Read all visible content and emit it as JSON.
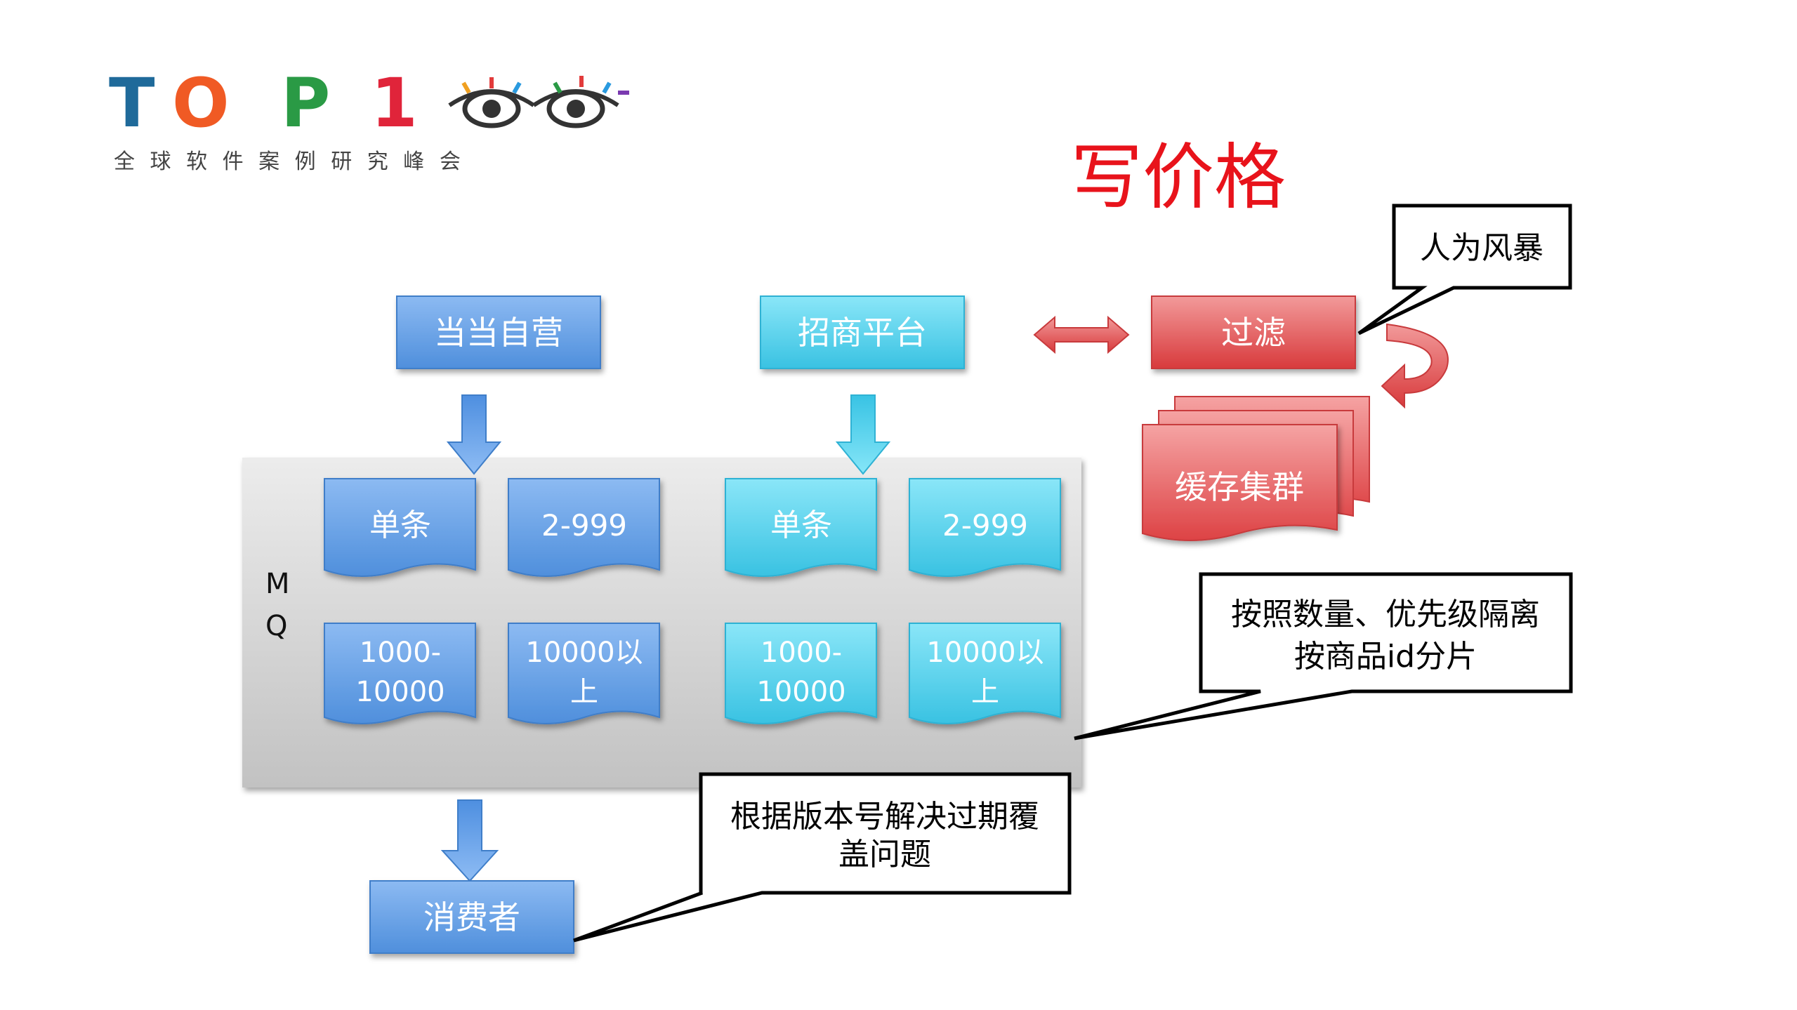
{
  "logo": {
    "letters": [
      "T",
      "O",
      "P",
      "1"
    ],
    "subtitle": "全 球 软 件 案 例 研 究 峰 会"
  },
  "title": "写价格",
  "colors": {
    "blue": "#5b9be8",
    "cyan": "#4dd1ec",
    "red": "#e8585a",
    "title": "#e8131b"
  },
  "sources": {
    "self": "当当自营",
    "platform": "招商平台"
  },
  "filter": "过滤",
  "cache": "缓存集群",
  "mq": {
    "label_line1": "M",
    "label_line2": "Q",
    "blue_queues": [
      {
        "line1": "单条",
        "line2": ""
      },
      {
        "line1": "2-999",
        "line2": ""
      },
      {
        "line1": "1000-",
        "line2": "10000"
      },
      {
        "line1": "10000以",
        "line2": "上"
      }
    ],
    "cyan_queues": [
      {
        "line1": "单条",
        "line2": ""
      },
      {
        "line1": "2-999",
        "line2": ""
      },
      {
        "line1": "1000-",
        "line2": "10000"
      },
      {
        "line1": "10000以",
        "line2": "上"
      }
    ]
  },
  "consumer": "消费者",
  "callouts": {
    "storm": "人为风暴",
    "partition_line1": "按照数量、优先级隔离",
    "partition_line2": "按商品id分片",
    "version_line1": "根据版本号解决过期覆",
    "version_line2": "盖问题"
  }
}
